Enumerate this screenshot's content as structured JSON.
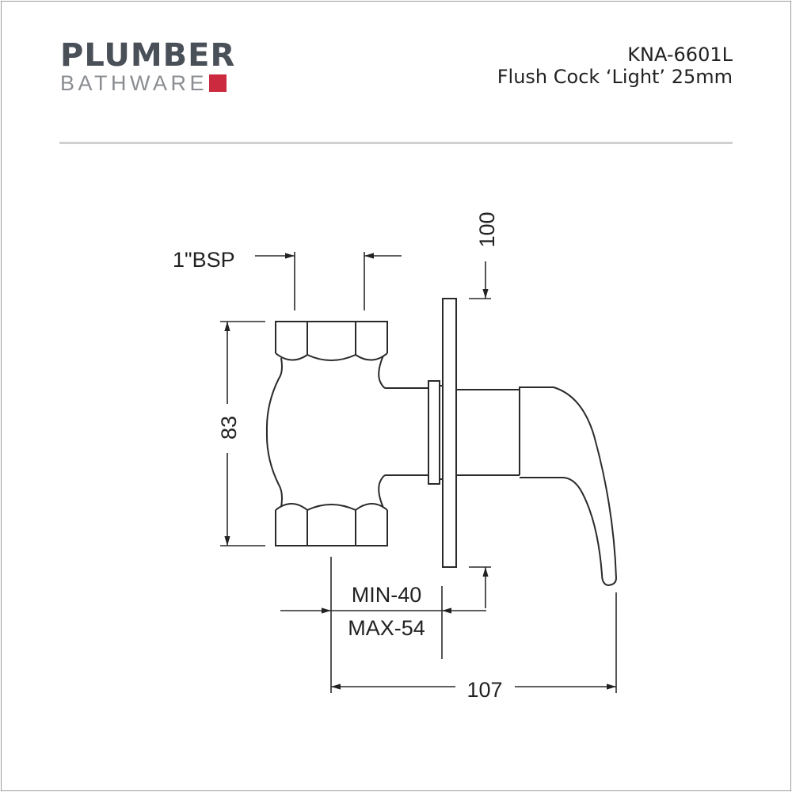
{
  "logo": {
    "top": "PLUMBER",
    "bottom": "BATHWARE",
    "accent_color": "#cc2a3f"
  },
  "header": {
    "model": "KNA-6601L",
    "product": "Flush Cock ‘Light’ 25mm"
  },
  "dimensions": {
    "thread": "1\"BSP",
    "height_label": "83",
    "plate_label": "100",
    "min_label": "MIN-40",
    "max_label": "MAX-54",
    "depth_label": "107"
  }
}
